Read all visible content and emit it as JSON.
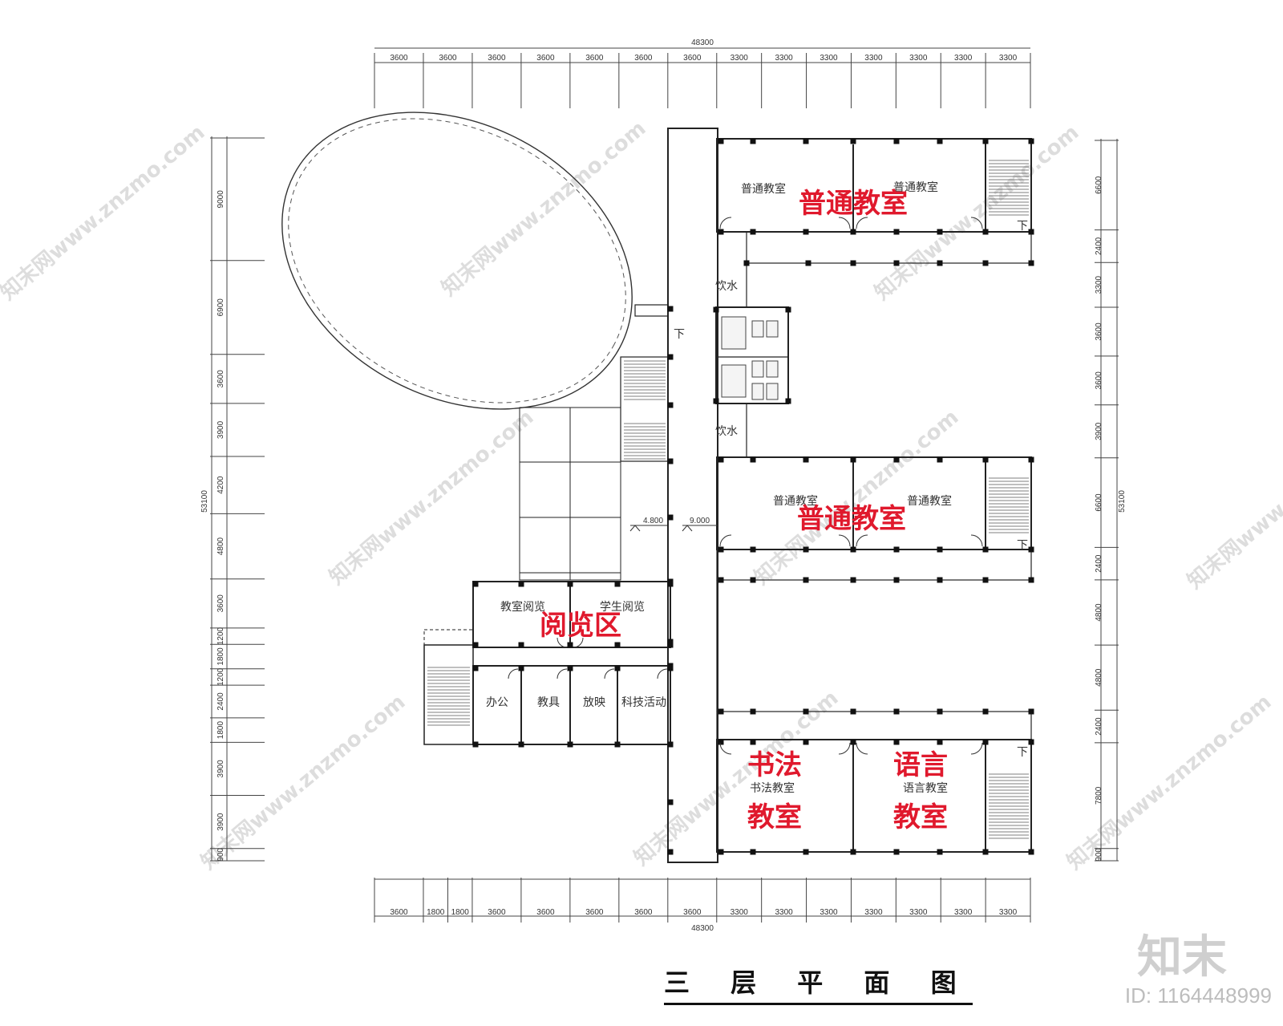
{
  "drawing": {
    "title": "三 层 平 面 图",
    "brand_logo": "知末",
    "id_label": "ID: 1164448999",
    "watermark": "知末网www.znzmo.com"
  },
  "dimensions": {
    "top_total": "48300",
    "top_segments": [
      "3600",
      "3600",
      "3600",
      "3600",
      "3600",
      "3600",
      "3600",
      "3300",
      "3300",
      "3300",
      "3300",
      "3300",
      "3300",
      "3300"
    ],
    "bottom_total": "48300",
    "bottom_segments": [
      "3600",
      "1800",
      "1800",
      "3600",
      "3600",
      "3600",
      "3600",
      "3600",
      "3300",
      "3300",
      "3300",
      "3300",
      "3300",
      "3300",
      "3300"
    ],
    "left_total": "53100",
    "left_segments": [
      "9000",
      "6900",
      "3600",
      "3900",
      "4200",
      "4800",
      "3600",
      "1200",
      "1800",
      "1200",
      "2400",
      "1800",
      "3900",
      "3900",
      "900"
    ],
    "right_total": "53100",
    "right_segments": [
      "6600",
      "2400",
      "3300",
      "3600",
      "3600",
      "3900",
      "6600",
      "2400",
      "4800",
      "4800",
      "2400",
      "7800",
      "900"
    ]
  },
  "rooms": {
    "classroom_a1": "普通教室",
    "classroom_a2": "普通教室",
    "classroom_b1": "普通教室",
    "classroom_b2": "普通教室",
    "reading_teacher": "教室阅览",
    "reading_student": "学生阅览",
    "office": "办公",
    "teaching_aids": "教具",
    "projection": "放映",
    "science_activity": "科技活动",
    "calligraphy": "书法教室",
    "language": "语言教室",
    "drinking_water_1": "饮水",
    "drinking_water_2": "饮水"
  },
  "zone_labels": {
    "ordinary_1": "普通教室",
    "ordinary_2": "普通教室",
    "reading": "阅览区",
    "calligraphy_1": "书法",
    "calligraphy_2": "教室",
    "language_1": "语言",
    "language_2": "教室"
  },
  "levels": {
    "level_a": "4.800",
    "level_b": "9.000"
  },
  "stairs": {
    "down_mark": "下"
  },
  "colors": {
    "accent_red": "#e0192d",
    "line": "#222222"
  }
}
